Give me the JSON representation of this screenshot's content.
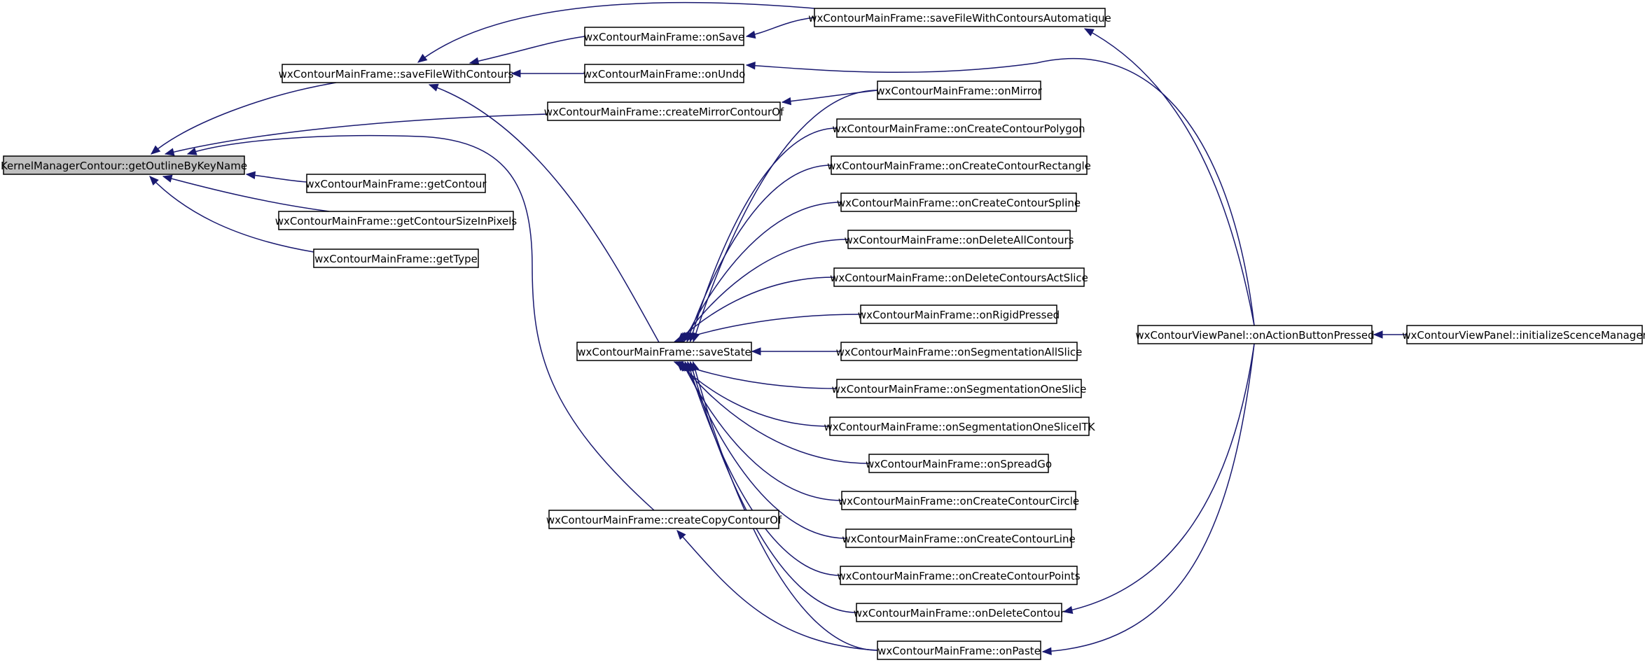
{
  "colors": {
    "edge": "#191970",
    "node_border": "#000000",
    "node_fill": "#ffffff",
    "root_fill": "#bfbfbf"
  },
  "nodes": [
    {
      "id": "root",
      "label": "KernelManagerContour::getOutlineByKeyName"
    },
    {
      "id": "saveFileWithContours",
      "label": "wxContourMainFrame::saveFileWithContours"
    },
    {
      "id": "getContour",
      "label": "wxContourMainFrame::getContour"
    },
    {
      "id": "getContourSizeInPixels",
      "label": "wxContourMainFrame::getContourSizeInPixels"
    },
    {
      "id": "getType",
      "label": "wxContourMainFrame::getType"
    },
    {
      "id": "createMirrorContourOf",
      "label": "wxContourMainFrame::createMirrorContourOf"
    },
    {
      "id": "saveState",
      "label": "wxContourMainFrame::saveState"
    },
    {
      "id": "createCopyContourOf",
      "label": "wxContourMainFrame::createCopyContourOf"
    },
    {
      "id": "onSave",
      "label": "wxContourMainFrame::onSave"
    },
    {
      "id": "onUndo",
      "label": "wxContourMainFrame::onUndo"
    },
    {
      "id": "saveFileWithContoursAutomatique",
      "label": "wxContourMainFrame::saveFileWithContoursAutomatique"
    },
    {
      "id": "onMirror",
      "label": "wxContourMainFrame::onMirror"
    },
    {
      "id": "onCreateContourPolygon",
      "label": "wxContourMainFrame::onCreateContourPolygon"
    },
    {
      "id": "onCreateContourRectangle",
      "label": "wxContourMainFrame::onCreateContourRectangle"
    },
    {
      "id": "onCreateContourSpline",
      "label": "wxContourMainFrame::onCreateContourSpline"
    },
    {
      "id": "onDeleteAllContours",
      "label": "wxContourMainFrame::onDeleteAllContours"
    },
    {
      "id": "onDeleteContoursActSlice",
      "label": "wxContourMainFrame::onDeleteContoursActSlice"
    },
    {
      "id": "onRigidPressed",
      "label": "wxContourMainFrame::onRigidPressed"
    },
    {
      "id": "onSegmentationAllSlice",
      "label": "wxContourMainFrame::onSegmentationAllSlice"
    },
    {
      "id": "onSegmentationOneSlice",
      "label": "wxContourMainFrame::onSegmentationOneSlice"
    },
    {
      "id": "onSegmentationOneSliceITK",
      "label": "wxContourMainFrame::onSegmentationOneSliceITK"
    },
    {
      "id": "onSpreadGo",
      "label": "wxContourMainFrame::onSpreadGo"
    },
    {
      "id": "onCreateContourCircle",
      "label": "wxContourMainFrame::onCreateContourCircle"
    },
    {
      "id": "onCreateContourLine",
      "label": "wxContourMainFrame::onCreateContourLine"
    },
    {
      "id": "onCreateContourPoints",
      "label": "wxContourMainFrame::onCreateContourPoints"
    },
    {
      "id": "onDeleteContour",
      "label": "wxContourMainFrame::onDeleteContour"
    },
    {
      "id": "onPaste",
      "label": "wxContourMainFrame::onPaste"
    },
    {
      "id": "onActionButtonPressed",
      "label": "wxContourViewPanel::onActionButtonPressed"
    },
    {
      "id": "initializeScenceManager",
      "label": "wxContourViewPanel::initializeScenceManager"
    }
  ],
  "edges": [
    {
      "from": "saveFileWithContours",
      "to": "root"
    },
    {
      "from": "getContour",
      "to": "root"
    },
    {
      "from": "getContourSizeInPixels",
      "to": "root"
    },
    {
      "from": "getType",
      "to": "root"
    },
    {
      "from": "createMirrorContourOf",
      "to": "root"
    },
    {
      "from": "createCopyContourOf",
      "to": "root"
    },
    {
      "from": "saveState",
      "to": "saveFileWithContours"
    },
    {
      "from": "onSave",
      "to": "saveFileWithContours"
    },
    {
      "from": "onUndo",
      "to": "saveFileWithContours"
    },
    {
      "from": "saveFileWithContoursAutomatique",
      "to": "saveFileWithContours"
    },
    {
      "from": "saveFileWithContoursAutomatique",
      "to": "onSave"
    },
    {
      "from": "onMirror",
      "to": "createMirrorContourOf"
    },
    {
      "from": "onPaste",
      "to": "createCopyContourOf"
    },
    {
      "from": "onMirror",
      "to": "saveState"
    },
    {
      "from": "onCreateContourPolygon",
      "to": "saveState"
    },
    {
      "from": "onCreateContourRectangle",
      "to": "saveState"
    },
    {
      "from": "onCreateContourSpline",
      "to": "saveState"
    },
    {
      "from": "onDeleteAllContours",
      "to": "saveState"
    },
    {
      "from": "onDeleteContoursActSlice",
      "to": "saveState"
    },
    {
      "from": "onRigidPressed",
      "to": "saveState"
    },
    {
      "from": "onSegmentationAllSlice",
      "to": "saveState"
    },
    {
      "from": "onSegmentationOneSlice",
      "to": "saveState"
    },
    {
      "from": "onSegmentationOneSliceITK",
      "to": "saveState"
    },
    {
      "from": "onSpreadGo",
      "to": "saveState"
    },
    {
      "from": "onCreateContourCircle",
      "to": "saveState"
    },
    {
      "from": "onCreateContourLine",
      "to": "saveState"
    },
    {
      "from": "onCreateContourPoints",
      "to": "saveState"
    },
    {
      "from": "onDeleteContour",
      "to": "saveState"
    },
    {
      "from": "onPaste",
      "to": "saveState"
    },
    {
      "from": "onActionButtonPressed",
      "to": "saveFileWithContoursAutomatique"
    },
    {
      "from": "onActionButtonPressed",
      "to": "onUndo"
    },
    {
      "from": "onActionButtonPressed",
      "to": "onDeleteContour"
    },
    {
      "from": "onActionButtonPressed",
      "to": "onPaste"
    },
    {
      "from": "initializeScenceManager",
      "to": "onActionButtonPressed"
    }
  ]
}
